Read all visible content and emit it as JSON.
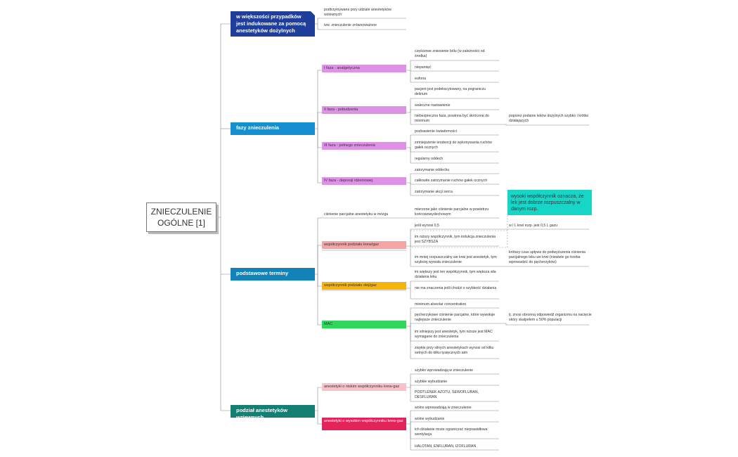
{
  "root": {
    "line1": "ZNIECZULENIE",
    "line2": "OGÓLNE [1]"
  },
  "branches": {
    "b1": {
      "label": "w większości przypadków jest indukowane za pomocą anestetyków dożylnych",
      "leaves": [
        "podtrzymywane przy udziale anestetyków wziewnych",
        "tzw. znieczulenie zrównoważone"
      ]
    },
    "b2": {
      "label": "fazy znieczulenia",
      "phase1": {
        "label": "I faza - analgetyczna",
        "leaves": [
          "częściowe zniesienie bólu (w zależności od środka)",
          "niepamięć",
          "euforia"
        ]
      },
      "phase2": {
        "label": "II faza - pobudzenia",
        "leaves": [
          "pacjent jest podekscytowany, na pograniczu delirium",
          "waleczne nastawienie",
          "niebezpieczna faza, powinna być skrócona do minimum"
        ],
        "extra": "poprzez podanie leków dożylnych szybko i krótko działających"
      },
      "phase3": {
        "label": "III faza - pełnego znieczulenia",
        "leaves": [
          "pozbawienie świadomości",
          "zmniejszenie tendencji do wykonywania ruchów gałek ocznych",
          "regularny oddech"
        ]
      },
      "phase4": {
        "label": "IV faza - depresji rdzeniowej",
        "leaves": [
          "zatrzymanie oddechu",
          "całkowite zatrzymanie ruchów gałek ocznych",
          "zatrzymanie akcji serca"
        ]
      }
    },
    "b3": {
      "label": "podstawowe terminy",
      "t1": {
        "label": "ciśnienie parcjalne anestetyku w mózgu"
      },
      "t2": {
        "label": "współczynnik podziału krew/gaz",
        "leaves": [
          "mierzone jako ciśnienie parcjalne w powietrzu końcowowydechowym",
          "jeśli wynosi 0,5",
          "im niższy współczynnik, tym indukcja znieczulenia jest SZYBSZA",
          "im mniej rozpuszczalny we krwi jest anestetyk, tym szybciej wywoła znieczulenie"
        ],
        "extra1": "w l L krwi rozp. jest 0,5 L gazu",
        "extra2": "krótszy czas upływa do podwyższenia ciśnienia parcjalnego leku we krwi (niewiele go trzeba wprowadzić do pęcherzyków)"
      },
      "t3": {
        "label": "współczynnik podziału olej/gaz",
        "leaves": [
          "im większy jest ten współczynnik, tym większa siła działania leku",
          "nie ma znaczenia jeśli chodzi o szybkość działania"
        ]
      },
      "t4": {
        "label": "MAC",
        "leaves": [
          "minimum alveolar concentration",
          "pęcherzykowe ciśnienie parcjalne, które wywołuje najlepsze znieczulenie",
          "im silniejszy jest anestetyk, tym niższe jest MAC wymagane do znieczulenia",
          "zwykle przy silnych anestetykach wynosi od kilku setnych do kilku tysięcznych atm"
        ],
        "extra": "tj. znosi obronną odpowiedź organizmu na nacięcie skóry skalpelem u 50% populacji"
      }
    },
    "b4": {
      "label": "podział anestetyków wziewnych",
      "low": {
        "label": "anestetyki o niskim współczynniku krew-gaz",
        "leaves": [
          "szybko wprowadzają w znieczulenie",
          "szybkie wybudzanie",
          "PODTLENEK AZOTU, SEWOFLURAN, DESFLURAN"
        ]
      },
      "high": {
        "label": "anestetyki o wysokim współczynniku krew-gaz",
        "leaves": [
          "wolno wprowadzają w znieczulenie",
          "wolne wybudzanie",
          "ich działanie może ograniczać nieprawidłowa wentylacja",
          "HALOTAN, ENFLURAN, IZOFLURAN"
        ]
      }
    }
  },
  "callout": "wysoki współczynnik oznacza, że lek jest dobrze rozpuszczalny w danym rozp.",
  "colors": {
    "blue": "#1f3f9b",
    "cyan": "#168fd0",
    "teal": "#157f73",
    "violet": "#dd92e6",
    "pink": "#f5a3a3",
    "orange": "#f5b30b",
    "green": "#2fd85a",
    "lightpink": "#f9c1c9",
    "magenta": "#e3245a",
    "callout": "#17d6c8"
  }
}
